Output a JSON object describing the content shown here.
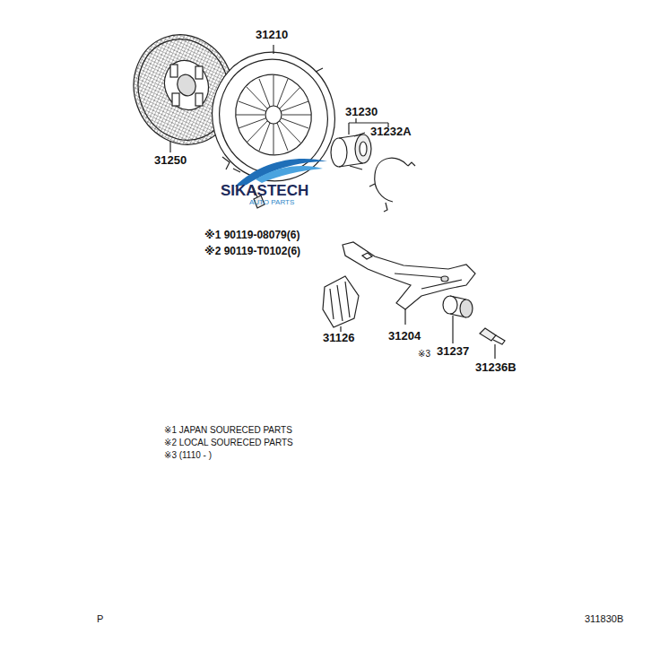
{
  "diagram": {
    "labels": [
      "31210",
      "31250",
      "31230",
      "31232A",
      "SIKASTECH",
      "AUTO PARTS",
      "※1 90119-08079(6)",
      "※2 90119-T0102(6)",
      "31126",
      "31204",
      "※3",
      "31237",
      "31236B",
      "※1 JAPAN SOURECED PARTS",
      "※2 LOCAL SOURECED PARTS",
      "※3 (1110 - )",
      "P",
      "311830B"
    ]
  }
}
